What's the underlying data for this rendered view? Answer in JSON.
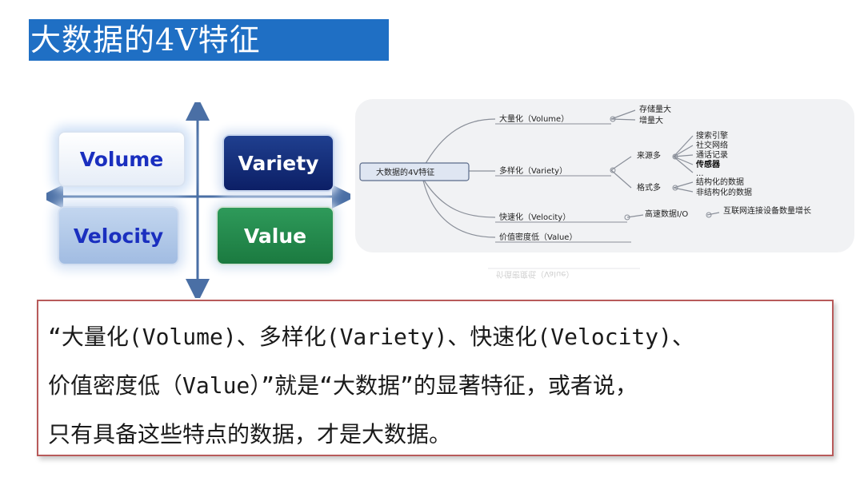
{
  "title": "大数据的4V特征",
  "quadrant": {
    "volume": "Volume",
    "variety": "Variety",
    "velocity": "Velocity",
    "value": "Value"
  },
  "mindmap": {
    "root": "大数据的4V特征",
    "branch_volume": "大量化（Volume）",
    "volume_leaf1": "存储量大",
    "volume_leaf2": "增量大",
    "branch_variety": "多样化（Variety）",
    "variety_source": "来源多",
    "source_leaf1": "搜索引擎",
    "source_leaf2": "社交网络",
    "source_leaf3": "通话记录",
    "source_leaf4": "传感器",
    "source_leaf5": "...",
    "variety_format": "格式多",
    "format_leaf1": "结构化的数据",
    "format_leaf2": "非结构化的数据",
    "branch_velocity": "快速化（Velocity）",
    "velocity_sub": "高速数据I/O",
    "velocity_leaf": "互联网连接设备数量增长",
    "branch_value": "价值密度低（Value）"
  },
  "body_text": {
    "line1": "“大量化(Volume)、多样化(Variety)、快速化(Velocity)、",
    "line2": "价值密度低（Value）”就是“大数据”的显著特征，或者说，",
    "line3": "只有具备这些特点的数据，才是大数据。"
  },
  "colors": {
    "title_bg": "#1f6fc4",
    "volume_text": "#1a2fbf",
    "variety_bg": "#0c1f66",
    "velocity_bg": "#a1bce2",
    "value_bg": "#1b7a40",
    "axis": "#4a6fa5",
    "box_border": "#b85a5a"
  }
}
